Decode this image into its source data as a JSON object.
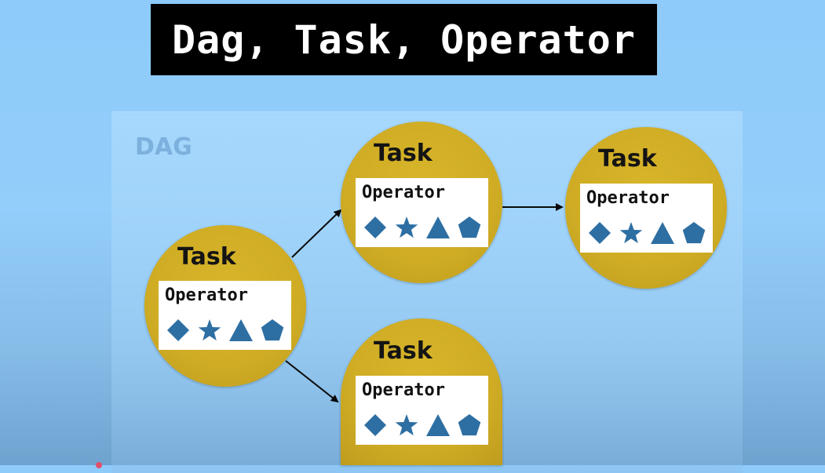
{
  "slide": {
    "title": "Dag, Task, Operator",
    "dag_label": "DAG"
  },
  "tasks": [
    {
      "label": "Task",
      "operator": "Operator",
      "shapes": [
        "diamond-icon",
        "star-icon",
        "triangle-icon",
        "pentagon-icon"
      ]
    },
    {
      "label": "Task",
      "operator": "Operator",
      "shapes": [
        "diamond-icon",
        "star-icon",
        "triangle-icon",
        "pentagon-icon"
      ]
    },
    {
      "label": "Task",
      "operator": "Operator",
      "shapes": [
        "diamond-icon",
        "star-icon",
        "triangle-icon",
        "pentagon-icon"
      ]
    },
    {
      "label": "Task",
      "operator": "Operator",
      "shapes": [
        "diamond-icon",
        "star-icon",
        "triangle-icon",
        "pentagon-icon"
      ]
    }
  ],
  "colors": {
    "task_fill": "#cfac24",
    "shape_fill": "#2e6fa3",
    "title_bg": "#000000",
    "background": "#8ecbfa"
  }
}
